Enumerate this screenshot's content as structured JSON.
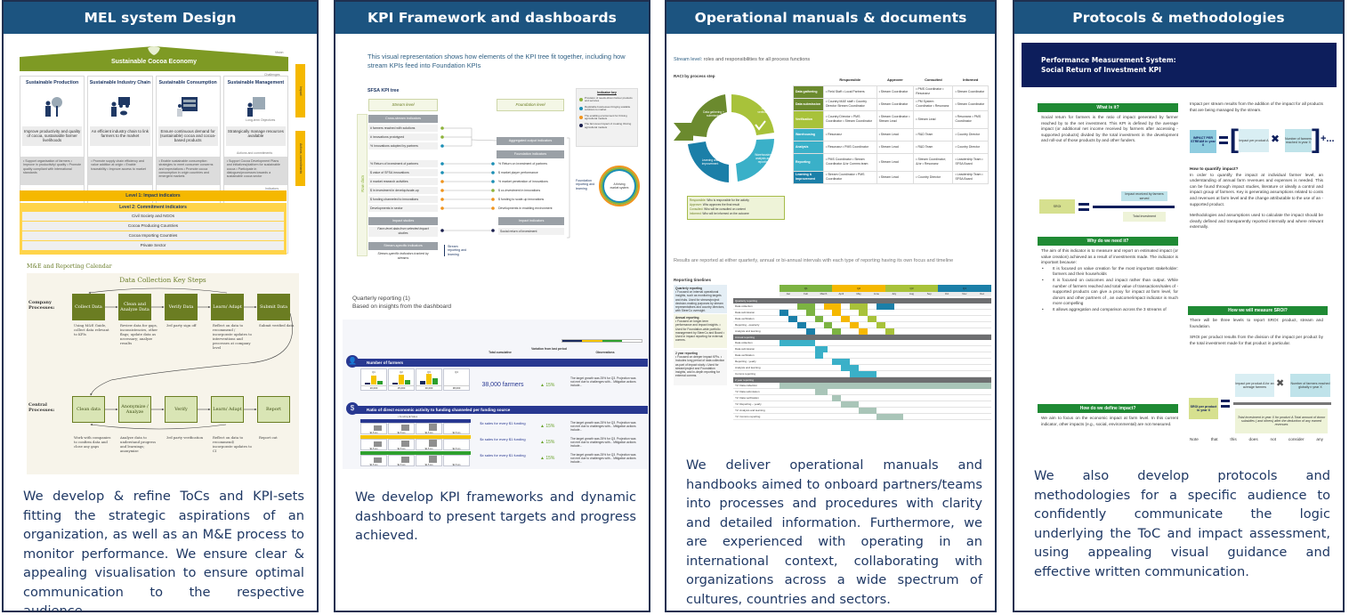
{
  "colors": {
    "header_bg": "#1c5480",
    "border": "#1f3050",
    "text": "#1f3864",
    "olive": "#6b7d22",
    "yellow": "#f5b800",
    "navy": "#283891",
    "green": "#1f8a34"
  },
  "panels": [
    {
      "title": "MEL system Design",
      "description": "We develop & refine ToCs and KPI-sets fitting the strategic aspirations of an organization, as well as an M&E process to monitor performance. We ensure clear & appealing visualisation to ensure optimal communication to the respective audience.",
      "house": {
        "roof_label": "Sustainable Cocoa Economy",
        "side_labels": [
          "Vision",
          "Challenges",
          "Long-term Objectives",
          "Actions and commitments",
          "Indicators"
        ],
        "side_bars": [
          "Impact",
          "Actions, commitments"
        ],
        "pillars": [
          {
            "title": "Sustainable Production",
            "icon": "farmer-tree-icon",
            "objective": "Improve productivity and quality of cocoa, sustainable farmer livelihoods",
            "actions": "• Support organisation of farmers • Improve in productivity/ quality • Promote quality compliant with international standards"
          },
          {
            "title": "Sustainable Industry Chain",
            "icon": "truck-worker-icon",
            "objective": "An efficient industry chain to link farmers to the market",
            "actions": "• Promote supply chain efficiency and value addition at origin • Enable traceability • Improve access to market"
          },
          {
            "title": "Sustainable Consumption",
            "icon": "shop-counter-icon",
            "objective": "Ensure continuous demand for (sustainable) cocoa and cocoa-based products",
            "actions": "• Enable sustainable consumption strategies to meet consumer concerns and expectations • Promote cocoa consumption in origin countries and emergent markets"
          },
          {
            "title": "Sustainable Management",
            "icon": "presenter-board-icon",
            "objective": "Strategically manage resources available",
            "actions": "• Support Cocoa Development Plans and initiatives/platform for sustainable cocoa • Participate in dialogues/processes towards a sustainable cocoa sector"
          }
        ],
        "level1": "Level 1: Impact indicators",
        "level2": "Level 2: Commitment indicators",
        "level2_rows": [
          "Civil Society and NGOs",
          "Cocoa Producing Countries",
          "Cocoa Importing Countries",
          "Private Sector"
        ]
      },
      "calendar": {
        "title": "M&E and Reporting Calendar",
        "heading": "Data Collection Key Steps",
        "company_label": "Company Processes:",
        "central_label": "Central Processes:",
        "company_steps": [
          {
            "label": "Collect Data",
            "note": "Using M&E Guide, collect data relevant to KPIs"
          },
          {
            "label": "Clean and Analyze Data",
            "note": "Review data for gaps, inconsistencies, other flags; update data as necessary; analyze results"
          },
          {
            "label": "Verify Data",
            "note": "3rd party sign off"
          },
          {
            "label": "Learn/ Adapt",
            "note": "Reflect on data to recommend / incorporate updates to interventions and processes at company level"
          },
          {
            "label": "Submit Data",
            "note": "Submit verified data"
          }
        ],
        "central_steps": [
          {
            "label": "Clean data",
            "note": "Work with companies to confirm data and close any gaps"
          },
          {
            "label": "Anonymize / Analyze",
            "note": "Analyze data to understand progress and learnings; anonymize"
          },
          {
            "label": "Verify",
            "note": "3rd party verification"
          },
          {
            "label": "Learn/ Adapt",
            "note": "Reflect on data to recommend/ incorporate updates to CI"
          },
          {
            "label": "Report",
            "note": "Report out"
          }
        ]
      }
    },
    {
      "title": "KPI Framework and dashboards",
      "description": "We develop KPI frameworks and dynamic dashboard to present targets and progress achieved.",
      "intro": "This visual representation shows how elements of the KPI tree fit together, including how stream KPIs feed into Foundation KPIs",
      "tree": {
        "title": "SFSA KPI tree",
        "stream_level": "Stream level",
        "foundation_level": "Foundation level",
        "raw_data": "Raw data",
        "cross_stream": "Cross-stream indicators",
        "cross_rows": [
          "# farmers reached with solutions",
          "# innovations prototyped",
          "% innovations adopted by partners"
        ],
        "mid_rows": [
          "% Return of investment of partners",
          "$ value of SFSA innovations",
          "# market research activities",
          "$ in investment in develop/scale-up",
          "$ funding channeled to innovations",
          "Developments in sector"
        ],
        "impact_studies": "Impact studies",
        "impact_studies_row": "Farm-level data from selected impact studies",
        "stream_specific": "Stream-specific indicators",
        "stream_specific_row": "Stream-specific indicators tracked by streams",
        "stream_reporting": "Stream reporting and learning",
        "aggregated": "Aggregated output indicators",
        "foundation_ind": "Foundation indicators",
        "foundation_rows": [
          "% Return on investment of partners",
          "$ market player performance",
          "% market penetration of innovations",
          "$ co-investment in innovations",
          "$ funding to scale-up innovations",
          "Developments in enabling environment"
        ],
        "impact_ind": "Impact indicators",
        "impact_row": "Social return of investment",
        "foundation_reporting": "Foundation reporting and learning",
        "circle_label": "A thriving market system",
        "legend_title": "Indicator key",
        "legend": [
          {
            "color": "#8db33a",
            "text": "Provision of needs-driven farmer products and services"
          },
          {
            "color": "#1b8fb5",
            "text": "Replicable businesses bringing scalable solutions to market"
          },
          {
            "color": "#f0941d",
            "text": "The enabling environment for thriving agricultural markets"
          },
          {
            "color": "#1a1f4e",
            "text": "The farm-level impact of creating thriving agricultural markets"
          }
        ]
      },
      "dashboard": {
        "title": "Quarterly reporting (1)",
        "subtitle": "Based on insights from the dashboard",
        "col_total": "Total cumulative",
        "col_variation": "Variation from last period",
        "col_obs": "Observations",
        "band1": "Number of farmers",
        "band2": "Ratio of direct economic activity to funding channeled per funding source",
        "farmers_quarters": [
          "Q1",
          "Q2",
          "Q3",
          "Q4"
        ],
        "farmers_values": [
          "20,000",
          "25,000",
          "30,000",
          "38,000"
        ],
        "farmers_total": "38,000 farmers",
        "variation": "▲ 15%",
        "observation": "The target growth was 25% for Q3. Projection was not met due to challenges with... Mitigation actions include...",
        "ratio_legend": "▪ Funding ■ Sales",
        "ratio_metric": "$x sales for every $1 funding",
        "ratio_values": [
          "$1.5 mn",
          "$1.5 mn",
          "$1.5 mn",
          "$1.5 mn"
        ]
      }
    },
    {
      "title": "Operational manuals & documents",
      "description": "We deliver operational manuals and handbooks aimed to onboard partners/teams into processes and procedures with clarity and detailed information. Furthermore, we are experienced with operating in an international context, collaborating with organizations across a wide spectrum of cultures, countries and sectors.",
      "stream_label": "Stream level:",
      "stream_sub": "roles and responsibilities for all process functions",
      "raci_title": "RACI by process step",
      "wheel_labels": [
        "Data gathering + submission",
        "Data verification",
        "Warehousing, analysis and reporting",
        "Learning and improvement"
      ],
      "raci_legend": [
        {
          "k": "Responsible:",
          "v": "Who is responsible for the activity"
        },
        {
          "k": "Approver:",
          "v": "Who approves the final result"
        },
        {
          "k": "Consulted:",
          "v": "Who will be consulted on content"
        },
        {
          "k": "Informed:",
          "v": "Who will be informed on the outcome"
        }
      ],
      "raci_headers": [
        "Responsible",
        "Approver",
        "Consulted",
        "Informed"
      ],
      "raci_rows": [
        {
          "step": "Data gathering",
          "color": "#6b8a2e",
          "r": "• Field Staff • Local Partners",
          "a": "• Stream Coordinator",
          "c": "• PMS Coordinator • Resonanz",
          "i": "• Stream Coordinator"
        },
        {
          "step": "Data submission",
          "color": "#6b8a2e",
          "r": "• Country M&E staff • Country Director Stream Coordinator",
          "a": "• Stream Coordinator",
          "c": "• PM System Coordinator • Resonanz",
          "i": "• Stream Coordinator"
        },
        {
          "step": "Verification",
          "color": "#a8c23a",
          "r": "• Country Director • PMS Coordinator • Stream Coordinator",
          "a": "• Stream Coordinator • Stream Lead",
          "c": "• Stream Lead",
          "i": "• Resonanz • PMS Coordinator"
        },
        {
          "step": "Warehousing",
          "color": "#3ab0c8",
          "r": "• Resonanz",
          "a": "• Stream Lead",
          "c": "• R&D Team",
          "i": "• Country Director"
        },
        {
          "step": "Analysis",
          "color": "#3ab0c8",
          "r": "• Resonanz • PMS Coordinator",
          "a": "• Stream Lead",
          "c": "• R&D Team",
          "i": "• Country Director"
        },
        {
          "step": "Reporting",
          "color": "#3ab0c8",
          "r": "• PMS Coordinator • Stream Coordinator &/or Comms team",
          "a": "• Stream Lead",
          "c": "• Stream Coordinator; &/or • Resonanz",
          "i": "• Leadership Team • SFSA Board"
        },
        {
          "step": "Learning & improvement",
          "color": "#1b7fa8",
          "r": "• Stream Coordinator • PMS Coordinator",
          "a": "• Stream Lead",
          "c": "• Country Director",
          "i": "• Leadership Team • SFSA Board"
        }
      ],
      "results_text": "Results are reported at either quarterly, annual or bi-annual intervals with each type of reporting having its own focus and timeline",
      "timeline_title": "Reporting timelines",
      "quarters": [
        "Q1",
        "Q2",
        "Q3",
        "Q4"
      ],
      "months": [
        "Jan",
        "Feb",
        "March",
        "April",
        "May",
        "June",
        "July",
        "Aug",
        "Sep",
        "Oct",
        "Nov",
        "Dec"
      ],
      "rep_blocks": [
        {
          "title": "Quarterly reporting",
          "body": "• Focused on internal operational insights, such as monitoring targets and risks. Used for stream/project decision-making purposes by stream representatives and country directors, with SteerCo oversight.",
          "section": "Quarterly reporting",
          "rows": [
            "Data collection",
            "Data submission",
            "Data verification",
            "Reporting - quarterly",
            "Analysis and learning"
          ]
        },
        {
          "title": "Annual reporting",
          "body": "• Focused on longer-term performance and impact insights. • Used for Foundation-wide portfolio management by SteerCo and Board • Used in impact reporting for external comms.",
          "section": "Annual reporting",
          "rows": [
            "Data collection",
            "Data submission",
            "Data verification",
            "Reporting - yearly",
            "Analysis and learning",
            "Comms reporting"
          ]
        },
        {
          "title": "2 year reporting",
          "body": "• Focused on deeper impact KPIs. • Includes long period of data collection as part of impact study • Used for stream/project and Foundation insights, and in-depth reporting for external comms.",
          "section": "2 year reporting",
          "rows": [
            "Y2: Data collection",
            "Y2: Data submission",
            "Y2: Data verification",
            "Y2: Reporting – yearly",
            "Y2: Analysis and learning",
            "Y2: Comms reporting"
          ]
        }
      ]
    },
    {
      "title": "Protocols & methodologies",
      "description": "We also develop protocols and methodologies for a specific audience to confidently communicate the logic underlying the ToC and impact assessment, using appealing visual guidance and effective written communication.",
      "doc_title_1": "Performance Measurement System:",
      "doc_title_2": "Social Return of Investment KPI",
      "what_head": "What is it?",
      "what_text": "Social return for farmers is the ratio of impact generated by farmer reached by to the net investment. This KPI is defined by the average impact (or additional net income received by farmers after accessing -supported products) divided by the total investment in the development and roll-out of those products by and other funders.",
      "sroi_label": "SROI",
      "sroi_num": "Impact received by farmers served",
      "sroi_den": "Total investment",
      "why_head": "Why do we need it?",
      "why_text": "The aim of this indicator is to measure and report on estimated impact (or value creation) achieved as a result of investments made. The indicator is important because:",
      "why_bullets": [
        "It is focused on value creation for the most important stakeholder: farmers and their households",
        "It is focused on outcomes and impact rather than output. While number of farmers reached and total value of transactions/sales of -supported products can give a proxy for impact at farm level, for donors and other partners of , an outcome/impact indicator is much more compelling",
        "It allows aggregation and comparison across the 3 streams of"
      ],
      "define_head": "How do we define impact?",
      "define_text": "We aim to focus on the economic impact at farm level. In this current indicator, other impacts (e.g., social, environmental) are not measured.",
      "stream_text": "Impact per stream results from the addition of the impact for all products that are being managed by the stream.",
      "ips_label": "IMPACT PER STREAM in year X",
      "ipp_label": "Impact per product A",
      "nf_label": "Number of farmers reached in year X",
      "plus_more": "+...",
      "quantify_head": "How to quantify impact?",
      "quantify_text": "In order to quantify the impact at individual farmer level, an understanding of annual farm revenues and expenses is needed. This can be found through impact studies, literature or ideally a control and impact group of farmers. Key is generating assumptions related to costs and revenues at farm level and the change attributable to the use of an -supported product.",
      "method_text": "Methodologies and assumptions used to calculate the impact should be clearly defined and transparently reported internally and where relevant externally.",
      "measure_head": "How we will measure SROI?",
      "measure_text": "There will be three levels to report SROI: product, stream and foundation.",
      "sroi_product_text": "SROI per product results from the division of the impact per product by the total investment made for that product in particular.",
      "spp_label": "SROI per product in year X",
      "ippa_label": "Impact per product A for an average farmers",
      "nfg_label": "Number of farmers reached globally n year X",
      "ti_label": "Total investment in year X for product A Total amount of donor subsidies ( and others) after the deduction of any earned revenues",
      "note_text": "Note that this does not consider any"
    }
  ]
}
